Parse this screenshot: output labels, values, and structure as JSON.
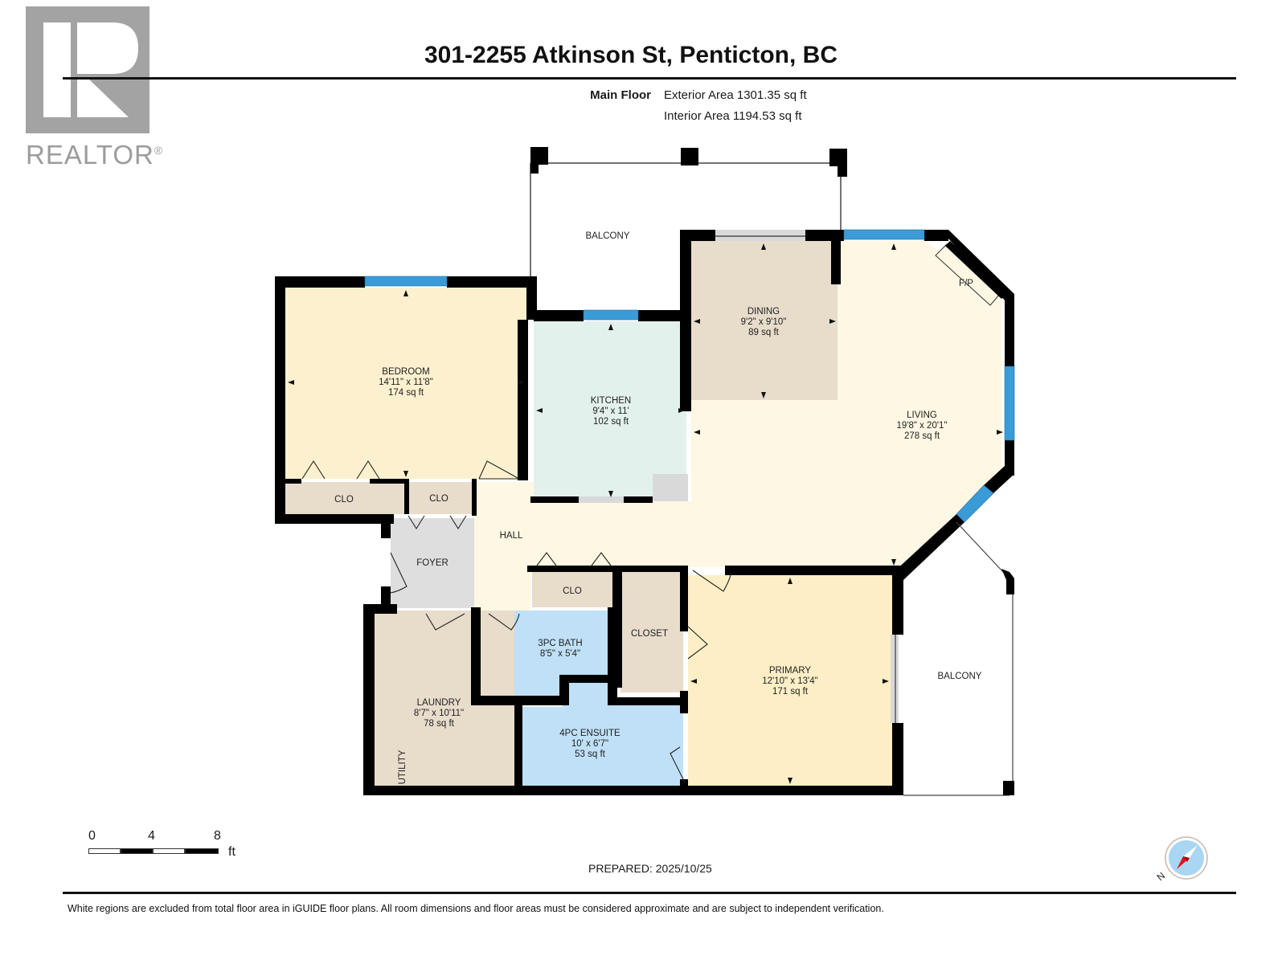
{
  "logo": {
    "text": "REALTOR",
    "registered": "®"
  },
  "header": {
    "title": "301-2255 Atkinson St, Penticton, BC",
    "floor_label": "Main Floor",
    "exterior_area": "Exterior Area 1301.35 sq ft",
    "interior_area": "Interior Area 1194.53 sq ft"
  },
  "rooms": {
    "balcony_top": {
      "name": "BALCONY"
    },
    "bedroom": {
      "name": "BEDROOM",
      "dims": "14'11\" x 11'8\"",
      "area": "174 sq ft"
    },
    "kitchen": {
      "name": "KITCHEN",
      "dims": "9'4\" x 11'",
      "area": "102 sq ft"
    },
    "dining": {
      "name": "DINING",
      "dims": "9'2\" x 9'10\"",
      "area": "89 sq ft"
    },
    "living": {
      "name": "LIVING",
      "dims": "19'8\" x 20'1\"",
      "area": "278 sq ft"
    },
    "fireplace": {
      "name": "F/P"
    },
    "clo_bed_1": {
      "name": "CLO"
    },
    "clo_bed_2": {
      "name": "CLO"
    },
    "hall": {
      "name": "HALL"
    },
    "foyer": {
      "name": "FOYER"
    },
    "clo_hall": {
      "name": "CLO"
    },
    "closet": {
      "name": "CLOSET"
    },
    "bath3pc": {
      "name": "3PC BATH",
      "dims": "8'5\" x 5'4\""
    },
    "laundry": {
      "name": "LAUNDRY",
      "dims": "8'7\" x 10'11\"",
      "area": "78 sq ft"
    },
    "utility": {
      "name": "UTILITY"
    },
    "ensuite": {
      "name": "4PC ENSUITE",
      "dims": "10' x 6'7\"",
      "area": "53 sq ft"
    },
    "primary": {
      "name": "PRIMARY",
      "dims": "12'10\" x 13'4\"",
      "area": "171 sq ft"
    },
    "balcony_right": {
      "name": "BALCONY"
    }
  },
  "colors": {
    "bedroom": "#fdf0cf",
    "kitchen": "#e2f1ec",
    "dining": "#e8dccb",
    "living": "#fef7e3",
    "hall": "#fef7e3",
    "closet": "#e8dccb",
    "foyer": "#dedede",
    "bath": "#bfe0f7",
    "laundry": "#e8dccb",
    "primary": "#fdeec6",
    "window": "#3b9bd6",
    "wall": "#000000"
  },
  "scale": {
    "ticks": [
      "0",
      "4",
      "8"
    ],
    "unit": "ft"
  },
  "footer": {
    "prepared": "PREPARED: 2025/10/25",
    "disclaimer": "White regions are excluded from total floor area in iGUIDE floor plans. All room dimensions and floor areas must be considered approximate and are subject to independent verification."
  },
  "compass": {
    "label": "N"
  }
}
